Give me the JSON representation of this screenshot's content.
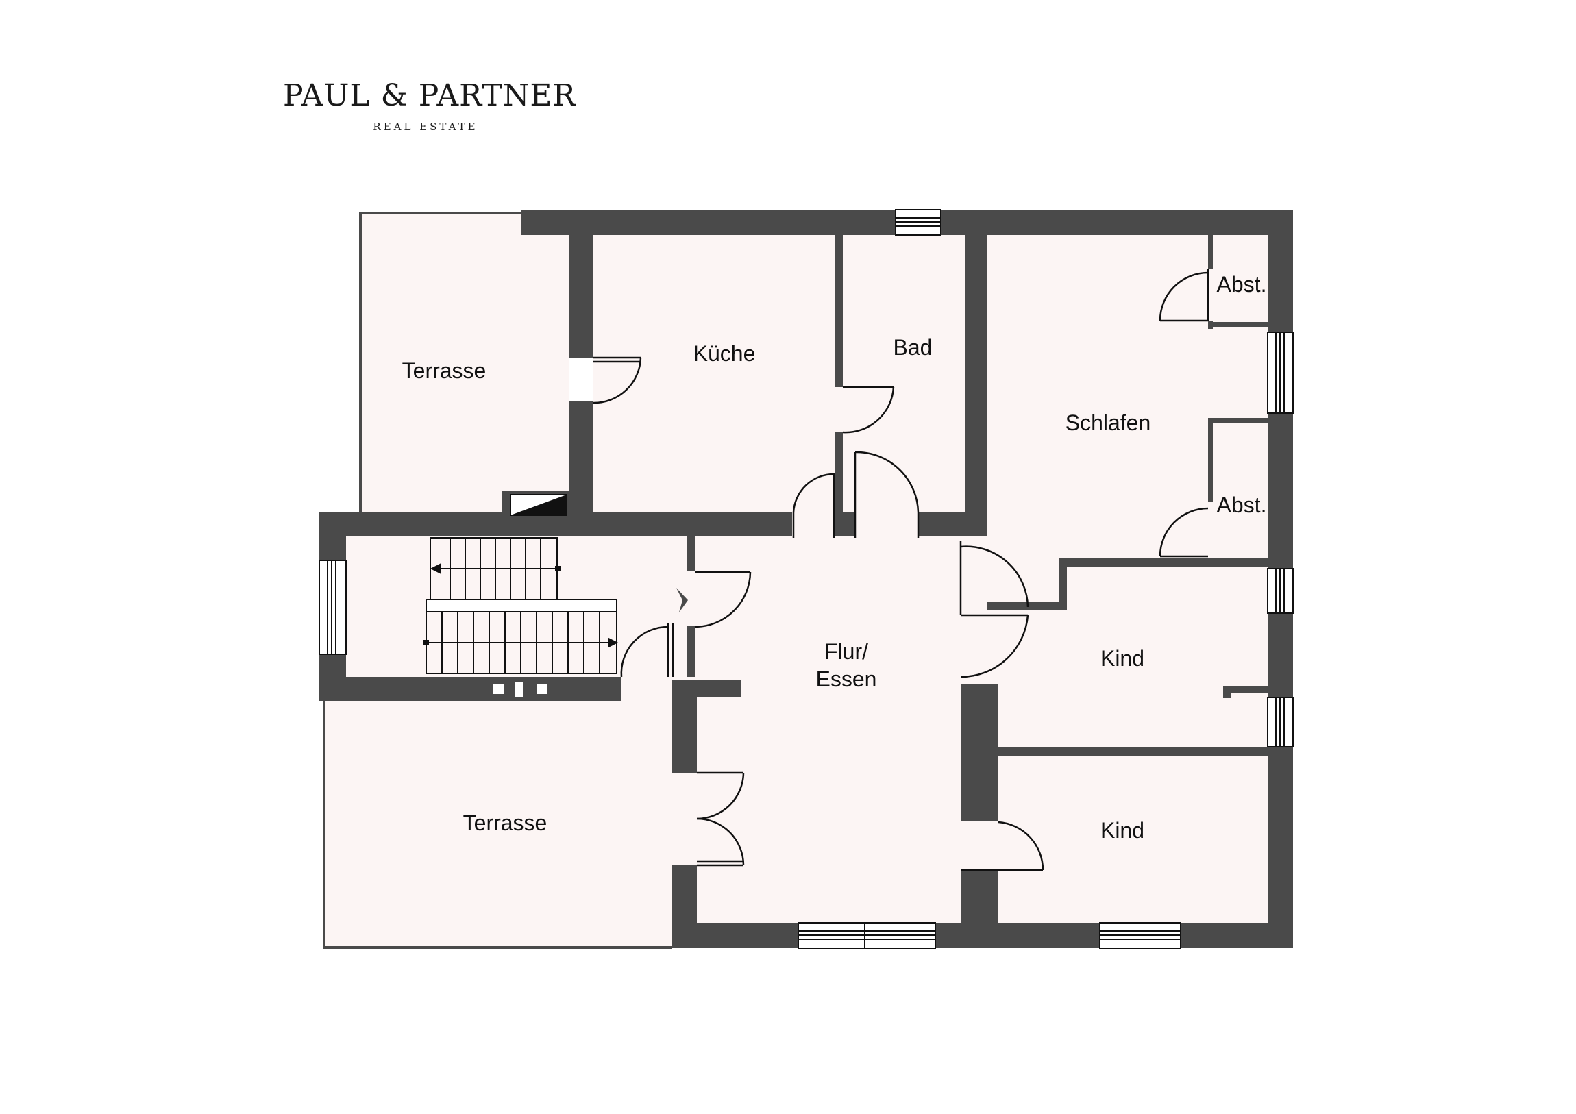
{
  "brand": {
    "name": "PAUL & PARTNER",
    "tagline": "REAL ESTATE"
  },
  "colors": {
    "wall": "#4a4a4a",
    "floor": "#fcf5f4",
    "line": "#111111"
  },
  "rooms": {
    "terrasse_top": "Terrasse",
    "kueche": "Küche",
    "bad": "Bad",
    "schlafen": "Schlafen",
    "abst_top": "Abst.",
    "abst_bottom": "Abst.",
    "flur_line1": "Flur/",
    "flur_line2": "Essen",
    "kind_upper": "Kind",
    "kind_lower": "Kind",
    "terrasse_bottom": "Terrasse"
  }
}
